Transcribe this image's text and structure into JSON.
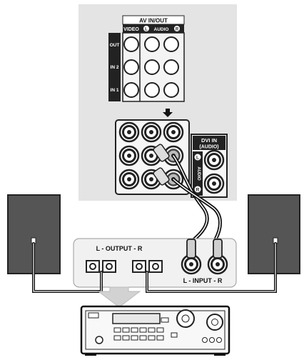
{
  "tv_panel": {
    "title": "AV IN/OUT",
    "col_video": "VIDEO",
    "col_audio_l": "L",
    "col_audio": "AUDIO",
    "col_audio_r": "R",
    "row_out": "OUT",
    "row_in2": "IN 2",
    "row_in1": "IN 1"
  },
  "dvi": {
    "title_line1": "DVI IN",
    "title_line2": "(AUDIO)",
    "l_mark": "L",
    "audio_vertical": "AUDIO",
    "r_mark": "R"
  },
  "amplifier": {
    "output_label": "L - OUTPUT - R",
    "input_label": "L - INPUT - R"
  },
  "colors": {
    "panel_bg": "#e4e4e4",
    "jack_ring": "#222222",
    "speaker_fill": "#555555",
    "amp_panel_bg": "#f1f1f1",
    "arrow_fill": "#d2d2d2"
  }
}
